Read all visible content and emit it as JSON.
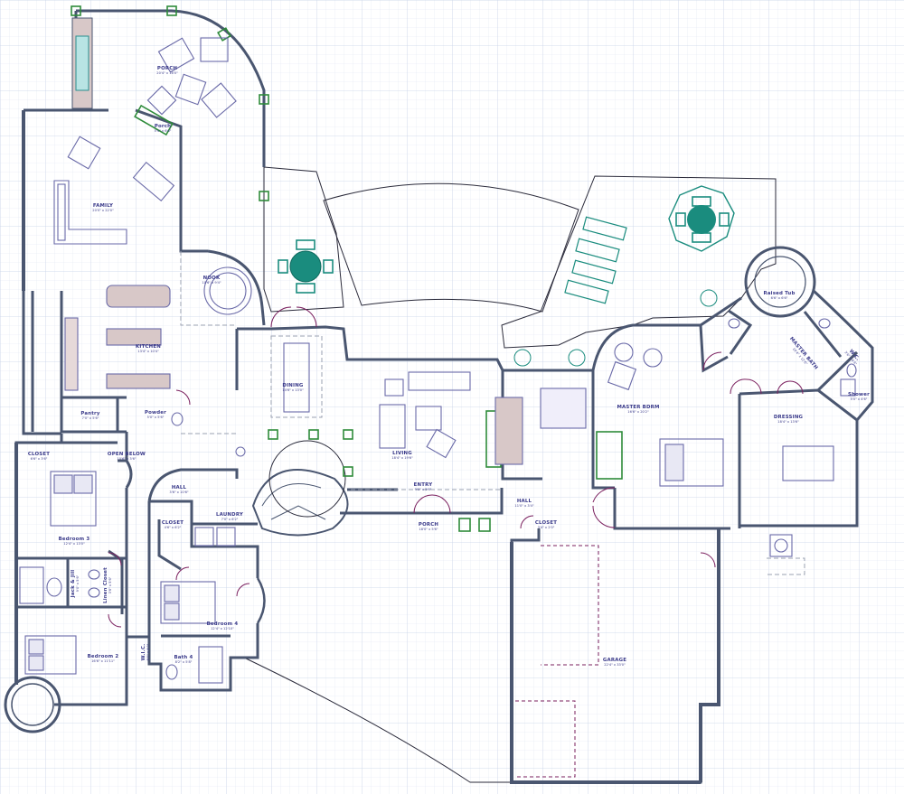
{
  "colors": {
    "background": "#ffffff",
    "grid": "#c9d4e8",
    "wall": "#4a5670",
    "wall_fill": "#7f8aa2",
    "furniture": "#6a6aa8",
    "door": "#7a1f5e",
    "window_marker": "#2e8b3a",
    "patio_table": "#1a8c7e",
    "label": "#3a3a8a"
  },
  "rooms": {
    "porch_top": {
      "name": "PORCH",
      "dims": "20'4\" x 16'0\""
    },
    "porch_small": {
      "name": "Porch",
      "dims": "5'4\" x 6'6\""
    },
    "family": {
      "name": "FAMILY",
      "dims": "20'0\" x 22'0\""
    },
    "nook": {
      "name": "NOOK",
      "dims": "10'6\" x 9'4\""
    },
    "kitchen": {
      "name": "KITCHEN",
      "dims": "13'4\" x 10'4\""
    },
    "pantry": {
      "name": "Pantry",
      "dims": "7'0\" x 5'6\""
    },
    "powder": {
      "name": "Powder",
      "dims": "5'0\" x 5'6\""
    },
    "dining": {
      "name": "DINING",
      "dims": "14'6\" x 13'0\""
    },
    "living": {
      "name": "LIVING",
      "dims": "18'4\" x 19'6\""
    },
    "closet_top": {
      "name": "CLOSET",
      "dims": "6'6\" x 3'6\""
    },
    "open_below": {
      "name": "OPEN BELOW",
      "dims": "10'6\" x 3'6\""
    },
    "hall_left": {
      "name": "HALL",
      "dims": "3'6\" x 10'6\""
    },
    "hall_right": {
      "name": "HALL",
      "dims": "11'0\" x 3'4\""
    },
    "laundry": {
      "name": "LAUNDRY",
      "dims": "7'0\" x 6'2\""
    },
    "closet_mid": {
      "name": "CLOSET",
      "dims": "4'6\" x 6'2\""
    },
    "closet_entry": {
      "name": "CLOSET",
      "dims": "3'4\" x 2'0\""
    },
    "entry": {
      "name": "ENTRY",
      "dims": "9'0\" x 5'6\""
    },
    "porch_front": {
      "name": "PORCH",
      "dims": "18'0\" x 5'6\""
    },
    "bedroom3": {
      "name": "Bedroom 3",
      "dims": "12'4\" x 13'0\""
    },
    "bedroom4": {
      "name": "Bedroom 4",
      "dims": "12'4\" x 12'10\""
    },
    "bedroom2": {
      "name": "Bedroom 2",
      "dims": "16'6\" x 11'11\""
    },
    "jack_jill": {
      "name": "Jack & Jill",
      "dims": "9'0\" x 5'6\""
    },
    "linen": {
      "name": "Linen Closet",
      "dims": "3'6\" x 5'6\""
    },
    "wic": {
      "name": "W.I.C.",
      "dims": "6'0\" x 4'0\""
    },
    "bath4": {
      "name": "Bath 4",
      "dims": "8'2\" x 5'8\""
    },
    "master_bdrm": {
      "name": "MASTER BDRM",
      "dims": "16'6\" x 20'2\""
    },
    "master_bath": {
      "name": "MASTER BATH",
      "dims": "10'4\" x 12'6\""
    },
    "raised_tub": {
      "name": "Raised Tub",
      "dims": "6'6\" x 6'6\""
    },
    "dressing": {
      "name": "DRESSING",
      "dims": "18'4\" x 13'6\""
    },
    "shower": {
      "name": "Shower",
      "dims": "5'0\" x 4'6\""
    },
    "wc": {
      "name": "W.C.",
      "dims": "3'6\" x 6'4\""
    },
    "garage": {
      "name": "GARAGE",
      "dims": "22'4\" x 33'0\""
    }
  }
}
